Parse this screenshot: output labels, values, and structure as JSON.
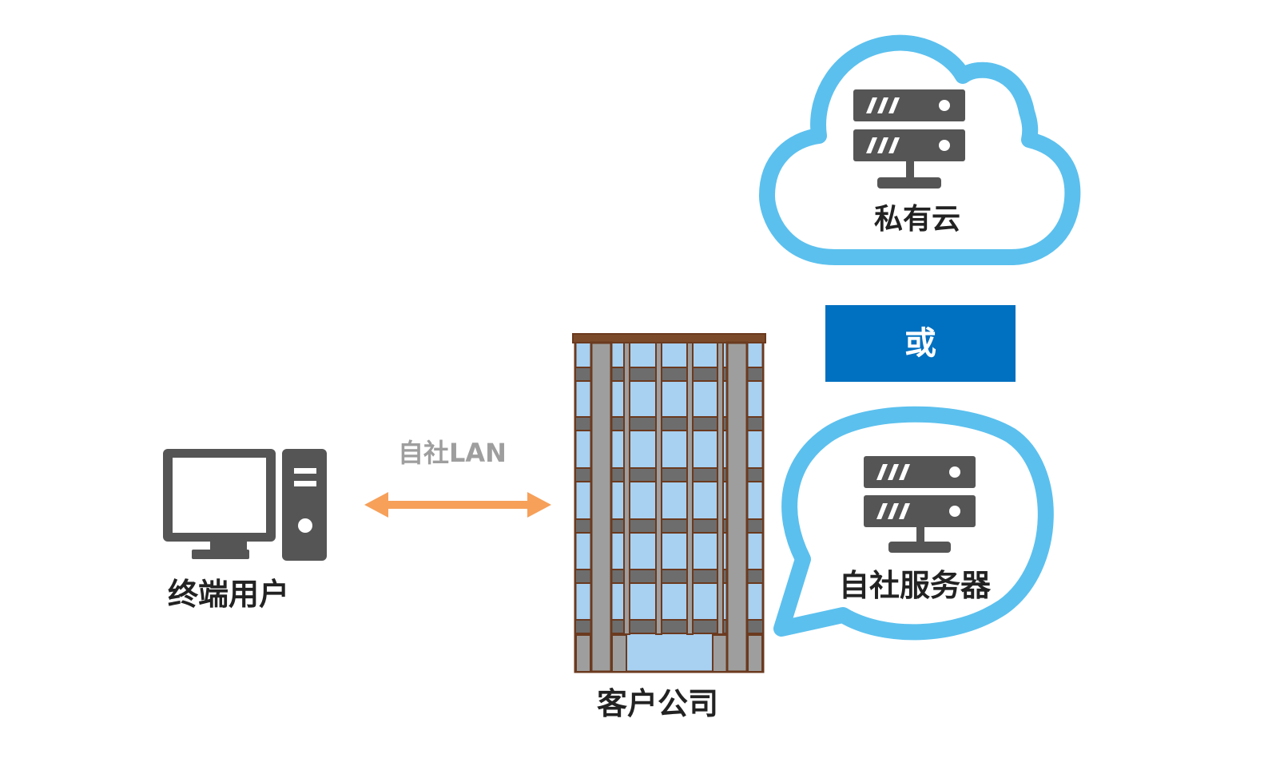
{
  "labels": {
    "end_user": "终端用户",
    "lan": "自社LAN",
    "client_company": "客户公司",
    "private_cloud": "私有云",
    "or": "或",
    "own_server": "自社服务器"
  },
  "icons": {
    "end_user": "desktop-computer-icon",
    "client_company": "office-building-icon",
    "private_cloud": "cloud-server-icon",
    "own_server": "server-rack-icon",
    "lan": "bidirectional-arrow-icon"
  },
  "colors": {
    "cloud_outline": "#5bc0ee",
    "or_box": "#0070c0",
    "or_text": "#ffffff",
    "arrow": "#f6a05a",
    "server": "#555555",
    "computer": "#555555",
    "building_frame": "#6b3a1f",
    "building_window": "#a8d0f0",
    "building_pillar": "#9e9e9e",
    "lan_text": "#9e9e9e",
    "label_text": "#222222"
  }
}
